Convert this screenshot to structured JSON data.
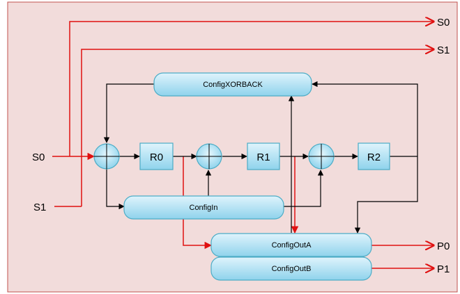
{
  "inputs": {
    "s0": "S0",
    "s1": "S1"
  },
  "outputs": {
    "s0": "S0",
    "s1": "S1",
    "p0": "P0",
    "p1": "P1"
  },
  "registers": {
    "r0": "R0",
    "r1": "R1",
    "r2": "R2"
  },
  "blocks": {
    "xorback": "ConfigXORBACK",
    "in": "ConfigIn",
    "out_a": "ConfigOutA",
    "out_b": "ConfigOutB"
  },
  "colors": {
    "background": "#f2dcdb",
    "frame": "#c0504d",
    "block_fill_top": "#d5f0fa",
    "block_fill_bottom": "#8fd3ec",
    "block_stroke": "#4bacc6",
    "signal_red": "#e01010",
    "signal_black": "#000000"
  }
}
